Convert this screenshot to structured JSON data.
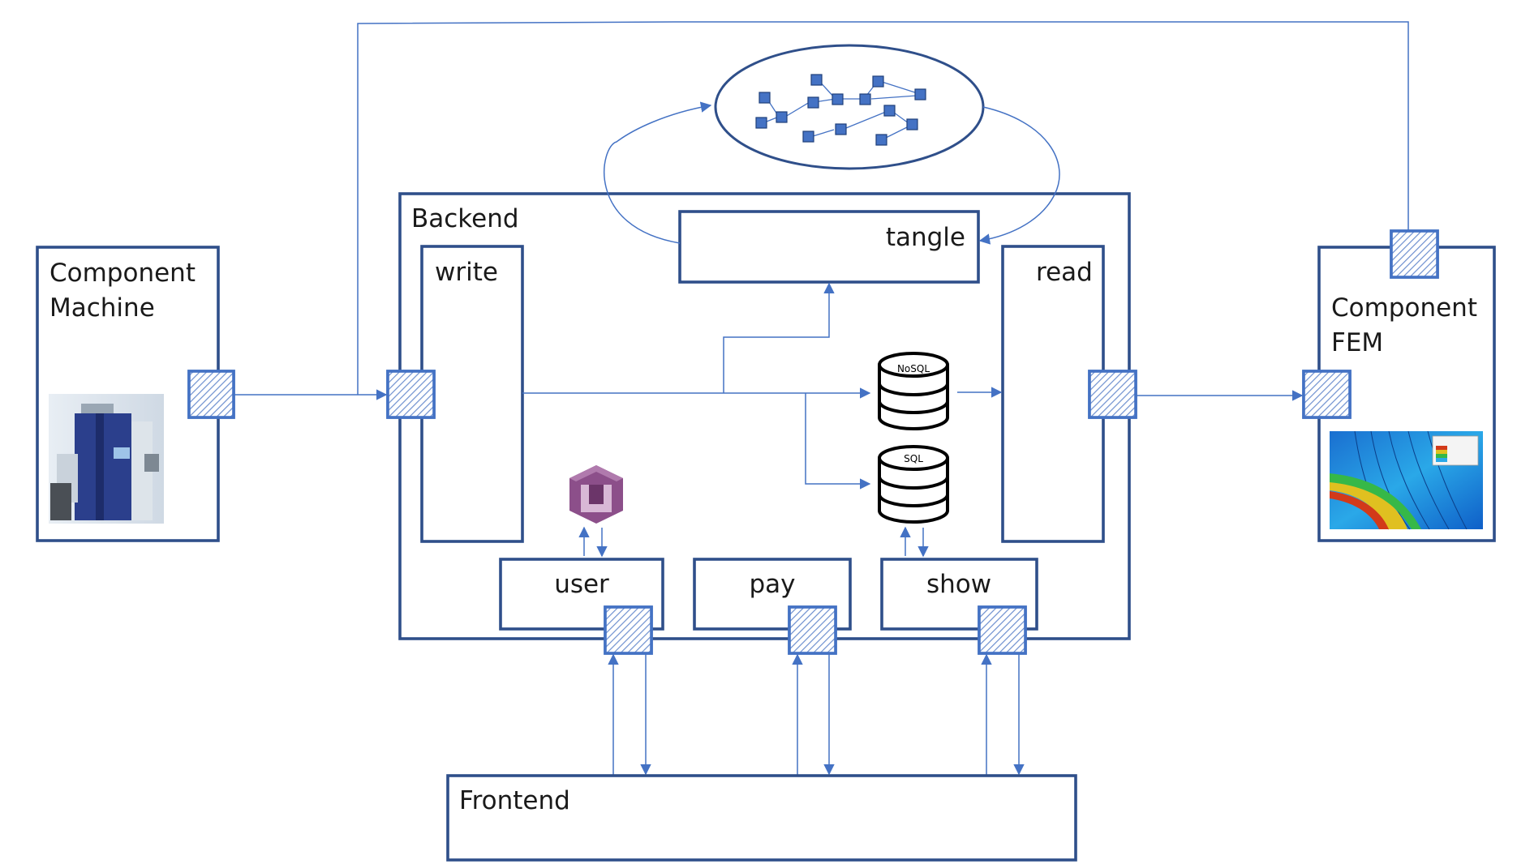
{
  "labels": {
    "component_machine_line1": "Component",
    "component_machine_line2": "Machine",
    "component_fem_line1": "Component",
    "component_fem_line2": "FEM",
    "backend": "Backend",
    "write": "write",
    "read": "read",
    "tangle": "tangle",
    "user": "user",
    "pay": "pay",
    "show": "show",
    "frontend": "Frontend",
    "nosql": "NoSQL",
    "sql": "SQL"
  },
  "colors": {
    "box_stroke": "#2f4f8a",
    "flow_line": "#4472c4",
    "port_hatch": "#4472c4",
    "cognito_icon": "#8c4f8a"
  },
  "icons": {
    "machine": "industrial-machine-photo",
    "fem": "fem-stress-plot",
    "user_service": "aws-cognito-icon",
    "database": "database-cylinder-icon",
    "graph": "tangle-graph-icon"
  }
}
